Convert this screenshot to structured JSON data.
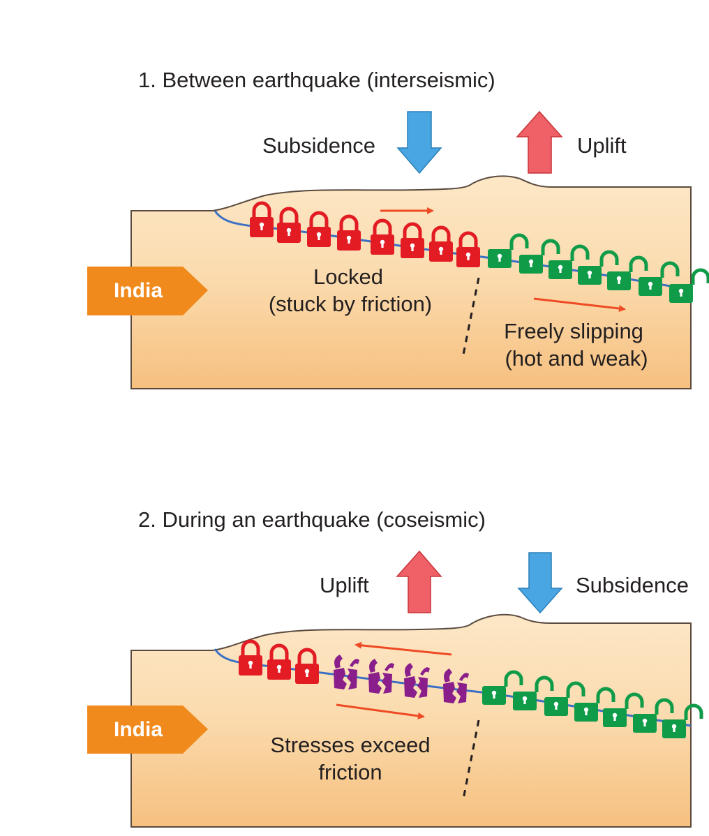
{
  "panel1": {
    "title": "1. Between earthquake (interseismic)",
    "subsidence_label": "Subsidence",
    "uplift_label": "Uplift",
    "plate_label": "India",
    "locked_label_line1": "Locked",
    "locked_label_line2": "(stuck by friction)",
    "slip_label_line1": "Freely slipping",
    "slip_label_line2": "(hot and weak)"
  },
  "panel2": {
    "title": "2. During an earthquake (coseismic)",
    "uplift_label": "Uplift",
    "subsidence_label": "Subsidence",
    "plate_label": "India",
    "stress_label_line1": "Stresses exceed",
    "stress_label_line2": "friction"
  },
  "colors": {
    "crust_top": "#fce7c6",
    "crust_bottom": "#f6c07f",
    "outline": "#5a4a3e",
    "fault": "#3a6fc4",
    "locked": "#e31b23",
    "slipping": "#0f9b48",
    "broken": "#8a1e8a",
    "down_arrow": "#4aa6e3",
    "up_arrow": "#ef6166",
    "slip_arrow": "#ee4a23",
    "india_arrow": "#f18a1c"
  }
}
